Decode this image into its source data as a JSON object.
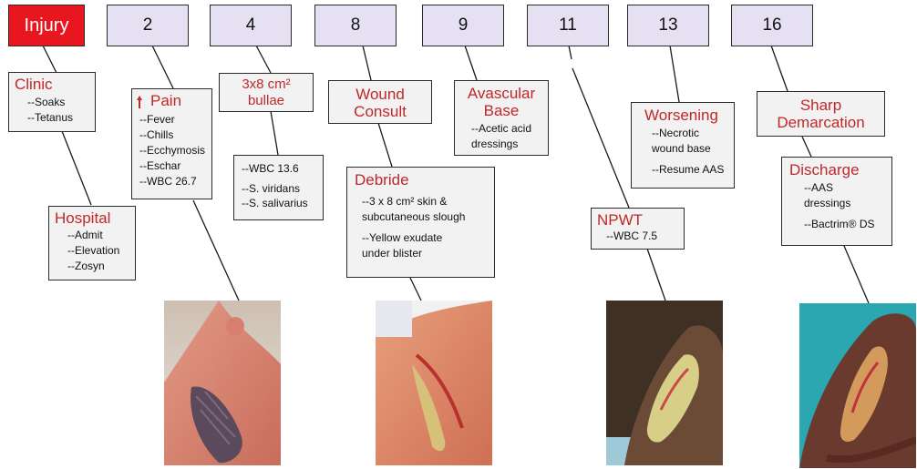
{
  "colors": {
    "accent_red": "#c0282a",
    "injury_fill": "#e8171f",
    "day_fill": "#e6e1f2",
    "box_fill": "#f2f2f2"
  },
  "days": [
    "Injury",
    "2",
    "4",
    "8",
    "9",
    "11",
    "13",
    "16"
  ],
  "clinic": {
    "title": "Clinic",
    "items": [
      "--Soaks",
      "--Tetanus"
    ]
  },
  "hospital": {
    "title": "Hospital",
    "items": [
      "--Admit",
      "--Elevation",
      "--Zosyn"
    ]
  },
  "pain": {
    "title": "Pain",
    "icon": "red-up-arrow-icon",
    "items": [
      "--Fever",
      "--Chills",
      "--Ecchymosis",
      "--Eschar",
      "--WBC 26.7"
    ]
  },
  "bullae": {
    "title_line1": "3x8 cm²",
    "title_line2": "bullae"
  },
  "labs": {
    "items": [
      "--WBC 13.6",
      "--S. viridans",
      "--S. salivarius"
    ]
  },
  "wound_consult": {
    "title_line1": "Wound",
    "title_line2": "Consult"
  },
  "debride": {
    "title": "Debride",
    "items": [
      "--3 x 8 cm² skin &",
      "subcutaneous slough",
      "--Yellow exudate",
      "under blister"
    ]
  },
  "avascular": {
    "title_line1": "Avascular",
    "title_line2": "Base",
    "items": [
      "--Acetic acid",
      "dressings"
    ]
  },
  "npwt": {
    "title": "NPWT",
    "items": [
      "--WBC 7.5"
    ]
  },
  "worsening": {
    "title": "Worsening",
    "items": [
      "--Necrotic",
      "wound base",
      "--Resume AAS"
    ]
  },
  "sharp": {
    "title_line1": "Sharp",
    "title_line2": "Demarcation"
  },
  "discharge": {
    "title": "Discharge",
    "items": [
      "--AAS",
      "dressings",
      "--Bactrim® DS"
    ]
  }
}
